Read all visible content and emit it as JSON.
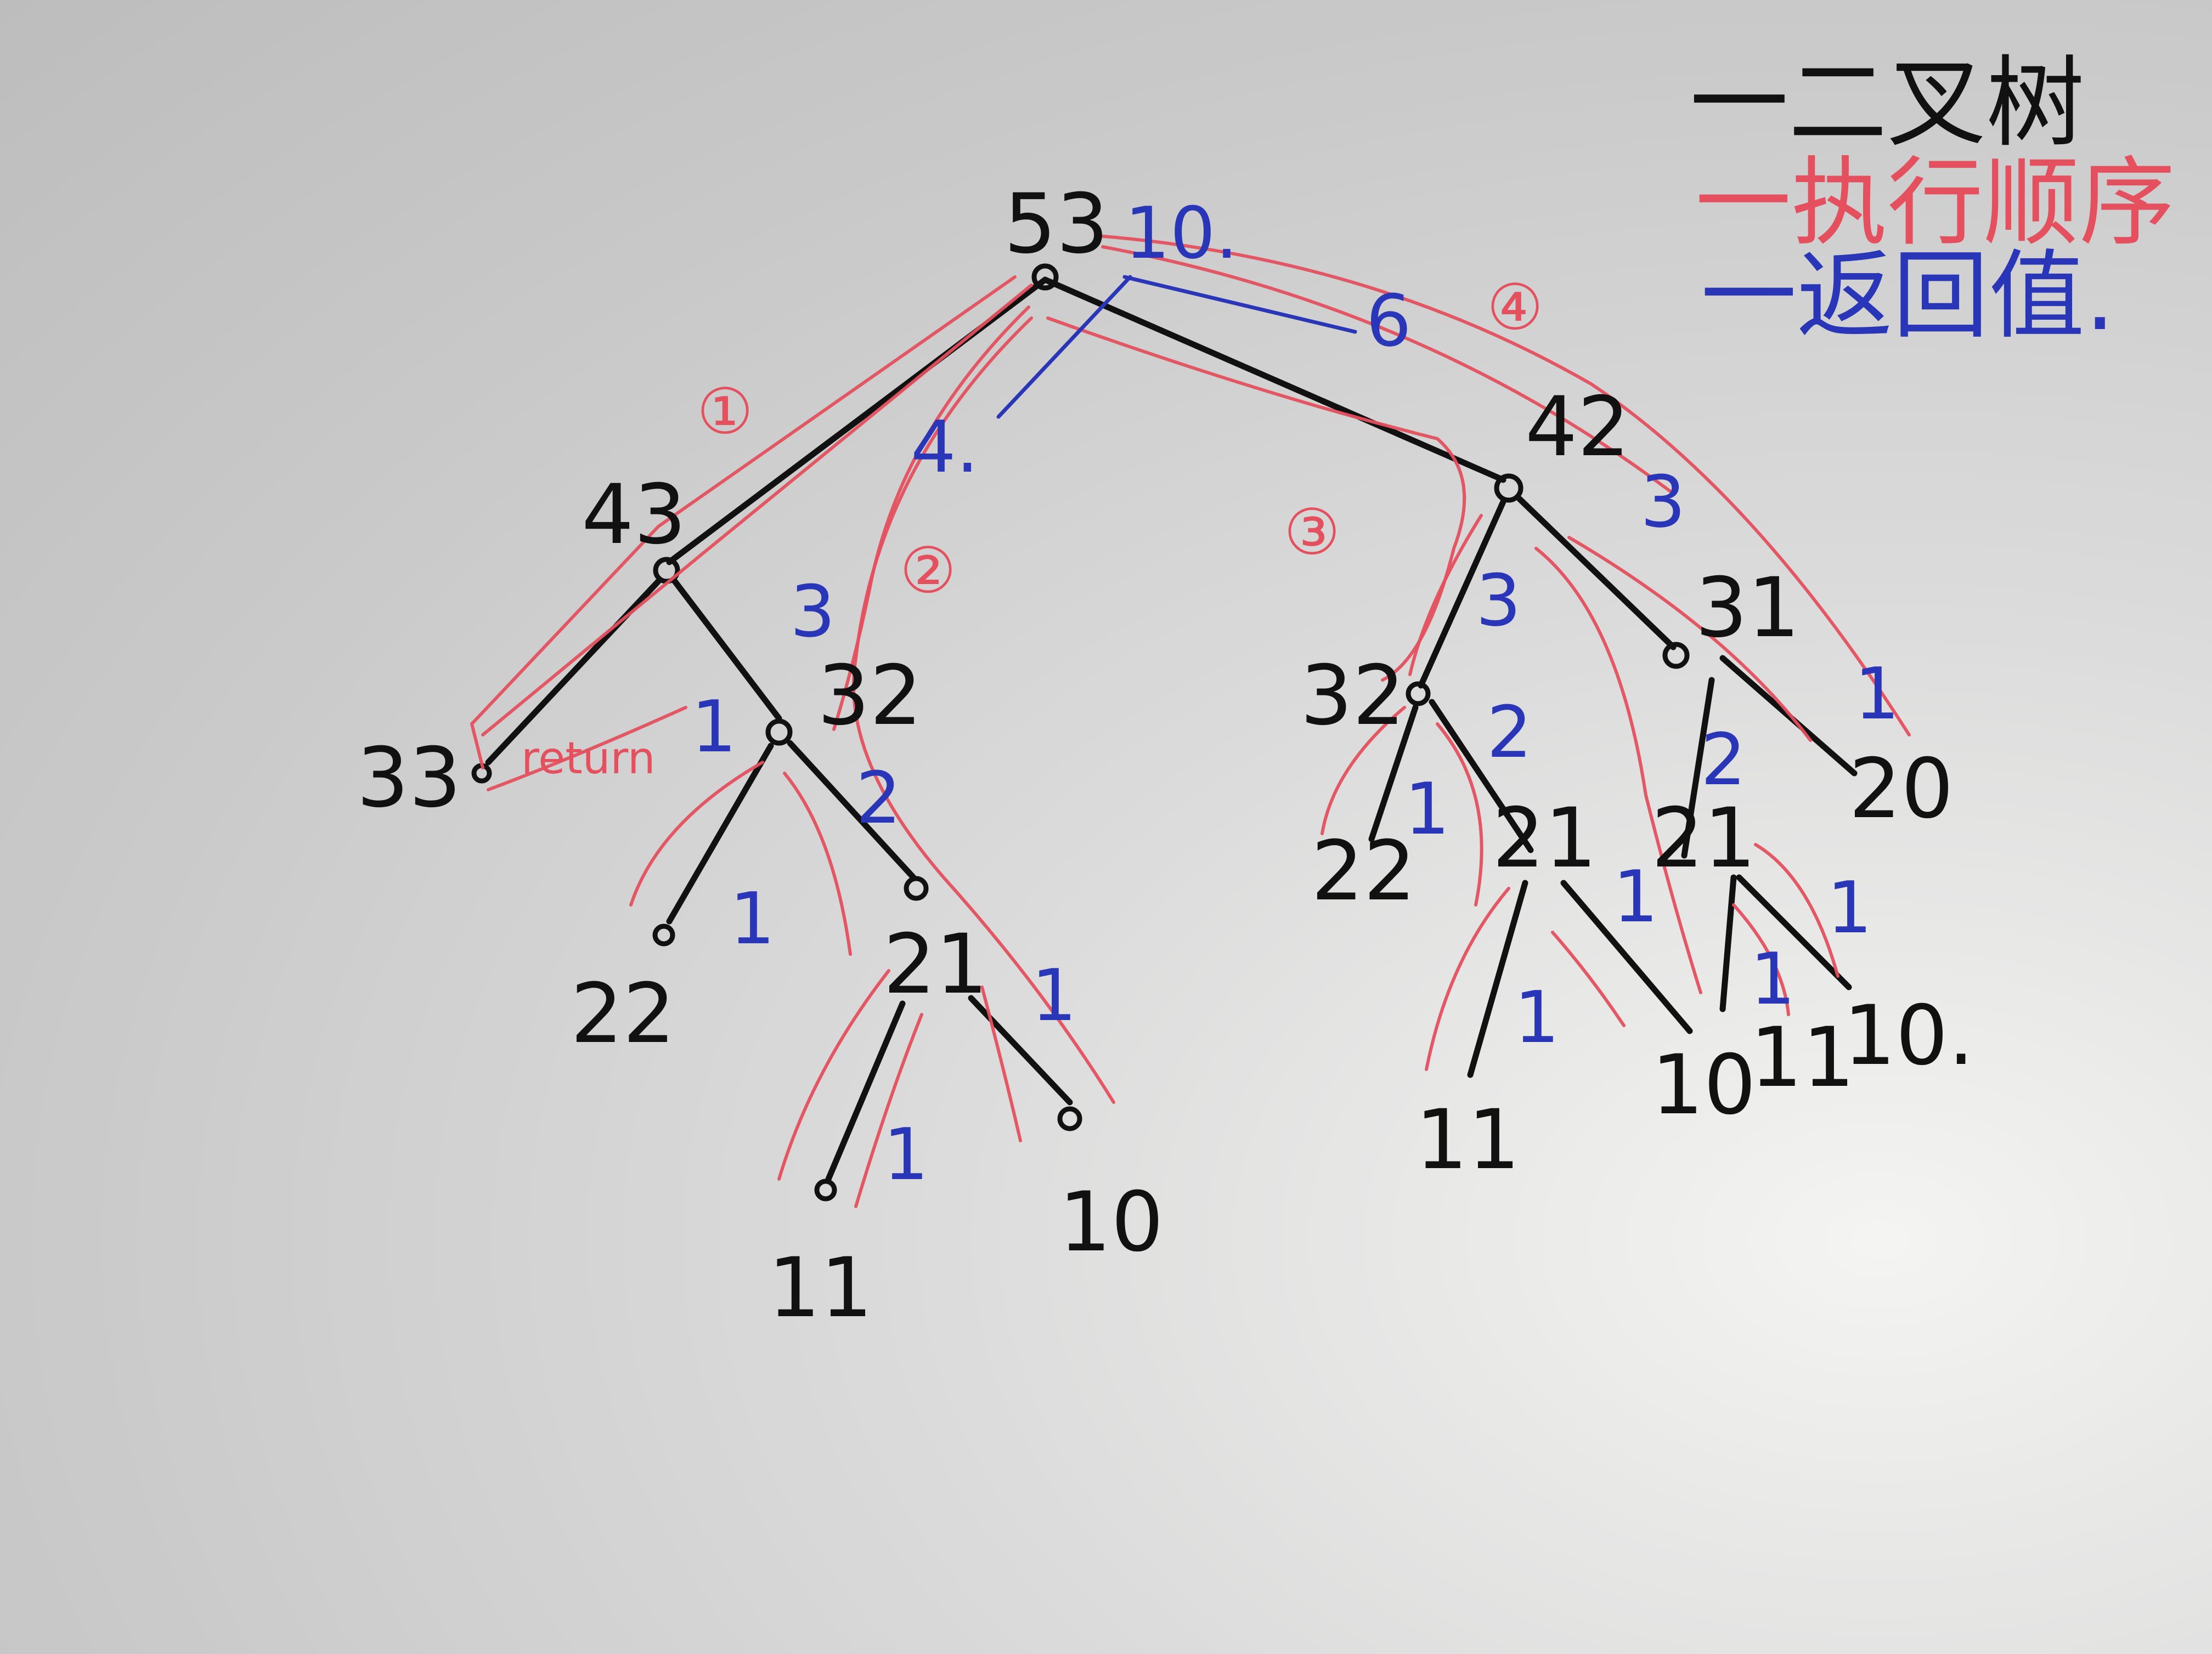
{
  "legend": {
    "tree": "一二叉树",
    "order": "一执行顺序",
    "ret": "一返回值."
  },
  "nodes": {
    "root": "53",
    "l": "43",
    "ll": "33",
    "lr": "32",
    "lrl": "22",
    "lrr": "21",
    "lrrl": "11",
    "lrrr": "10",
    "r": "42",
    "rl": "32",
    "rll": "22",
    "rlr": "21",
    "rlrl": "11",
    "rlrr": "10",
    "rr": "31",
    "rrl": "21",
    "rrll": "11",
    "rrlr": "10.",
    "rrr": "20"
  },
  "return_values": {
    "root": "10.",
    "l": "4.",
    "r": "6",
    "l_right": "3",
    "r_right": "3",
    "lr_right": "2",
    "rl_right": "3",
    "rlr": "2",
    "rr_left": "2",
    "ll": "1",
    "lrl": "1",
    "lrr": "1",
    "lrrl": "1",
    "rll": "1",
    "rlrl": "1",
    "rlrr": "1",
    "rrr": "1",
    "rrll": "1",
    "rrlr": "1"
  },
  "order_marks": {
    "m1": "①",
    "m2": "②",
    "m3": "③",
    "m4": "④",
    "ret": "return"
  }
}
